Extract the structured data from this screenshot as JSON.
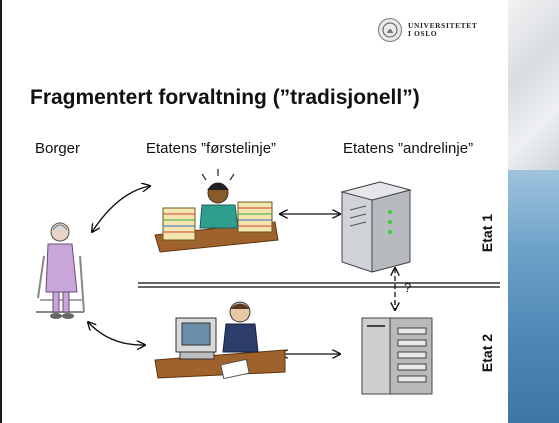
{
  "logo": {
    "line1": "UNIVERSITETET",
    "line2": "I OSLO"
  },
  "title": "Fragmentert forvaltning (”tradisjonell”)",
  "columns": {
    "citizen": "Borger",
    "first_line": "Etatens ”førstelinje”",
    "second_line": "Etatens ”andrelinje”"
  },
  "agencies": {
    "agency1": "Etat 1",
    "agency2": "Etat 2"
  },
  "question_mark": "?",
  "icons": [
    "university-seal-icon",
    "elderly-person-icon",
    "stressed-clerk-icon",
    "computer-clerk-icon",
    "server-tower-icon",
    "server-cabinet-icon"
  ],
  "colors": {
    "accent_blue": "#4b86b5",
    "person_lilac": "#c9a6d9",
    "desk_brown": "#a0622d"
  }
}
